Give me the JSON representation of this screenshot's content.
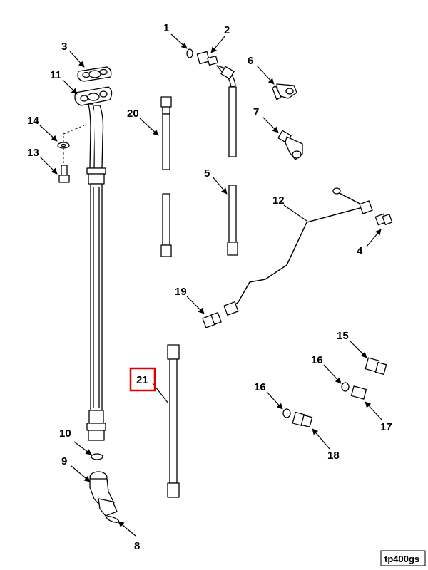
{
  "diagram": {
    "callouts": [
      {
        "id": "c1",
        "label": "1"
      },
      {
        "id": "c2",
        "label": "2"
      },
      {
        "id": "c3",
        "label": "3"
      },
      {
        "id": "c4",
        "label": "4"
      },
      {
        "id": "c5",
        "label": "5"
      },
      {
        "id": "c6",
        "label": "6"
      },
      {
        "id": "c7",
        "label": "7"
      },
      {
        "id": "c8",
        "label": "8"
      },
      {
        "id": "c9",
        "label": "9"
      },
      {
        "id": "c10",
        "label": "10"
      },
      {
        "id": "c11",
        "label": "11"
      },
      {
        "id": "c12",
        "label": "12"
      },
      {
        "id": "c13",
        "label": "13"
      },
      {
        "id": "c14",
        "label": "14"
      },
      {
        "id": "c15",
        "label": "15"
      },
      {
        "id": "c16a",
        "label": "16"
      },
      {
        "id": "c16b",
        "label": "16"
      },
      {
        "id": "c17",
        "label": "17"
      },
      {
        "id": "c18",
        "label": "18"
      },
      {
        "id": "c19",
        "label": "19"
      },
      {
        "id": "c20",
        "label": "20"
      },
      {
        "id": "c21",
        "label": "21"
      }
    ],
    "highlighted_callout": "21",
    "highlight_color": "#e00000",
    "figure_tag": "tp400gs"
  }
}
